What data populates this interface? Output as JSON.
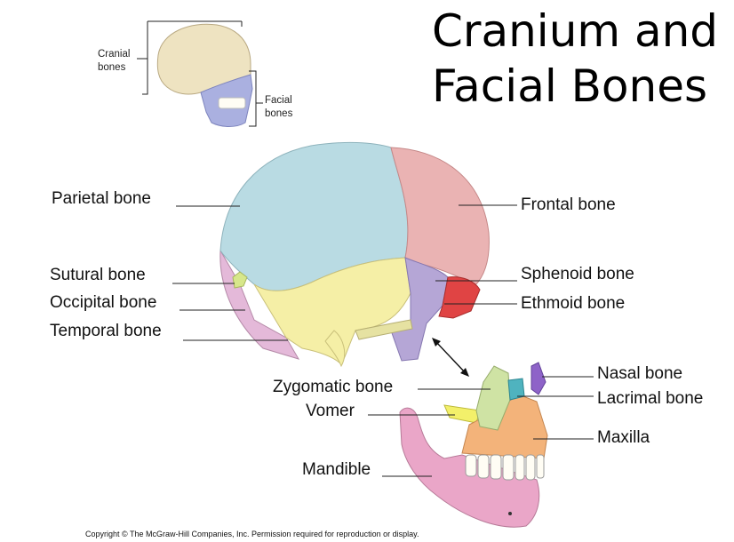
{
  "title": {
    "line1": "Cranium and",
    "line2": "Facial Bones"
  },
  "inset": {
    "cranial_label": "Cranial bones",
    "facial_label": "Facial bones"
  },
  "labels": {
    "parietal": "Parietal bone",
    "sutural": "Sutural bone",
    "occipital": "Occipital bone",
    "temporal": "Temporal bone",
    "frontal": "Frontal bone",
    "sphenoid": "Sphenoid bone",
    "ethmoid": "Ethmoid bone",
    "zygomatic": "Zygomatic bone",
    "vomer": "Vomer",
    "mandible": "Mandible",
    "nasal": "Nasal bone",
    "lacrimal": "Lacrimal bone",
    "maxilla": "Maxilla"
  },
  "copyright": "Copyright © The McGraw-Hill Companies, Inc. Permission required for reproduction or display.",
  "colors": {
    "parietal": "#b9dbe3",
    "frontal": "#eab3b3",
    "sphenoid": "#b5a6d6",
    "temporal": "#f5efa6",
    "occipital": "#e4b9d9",
    "ethmoid": "#e04444",
    "sutural": "#d7e78b",
    "zygomatic": "#cfe3a4",
    "vomer": "#f3f06a",
    "maxilla": "#f3b37a",
    "mandible": "#eaa6c8",
    "nasal": "#8e63c8",
    "lacrimal": "#4fb3bf",
    "teeth": "#fffdf4",
    "inset_cranial": "#eee3c1",
    "inset_facial": "#aab0e0"
  }
}
